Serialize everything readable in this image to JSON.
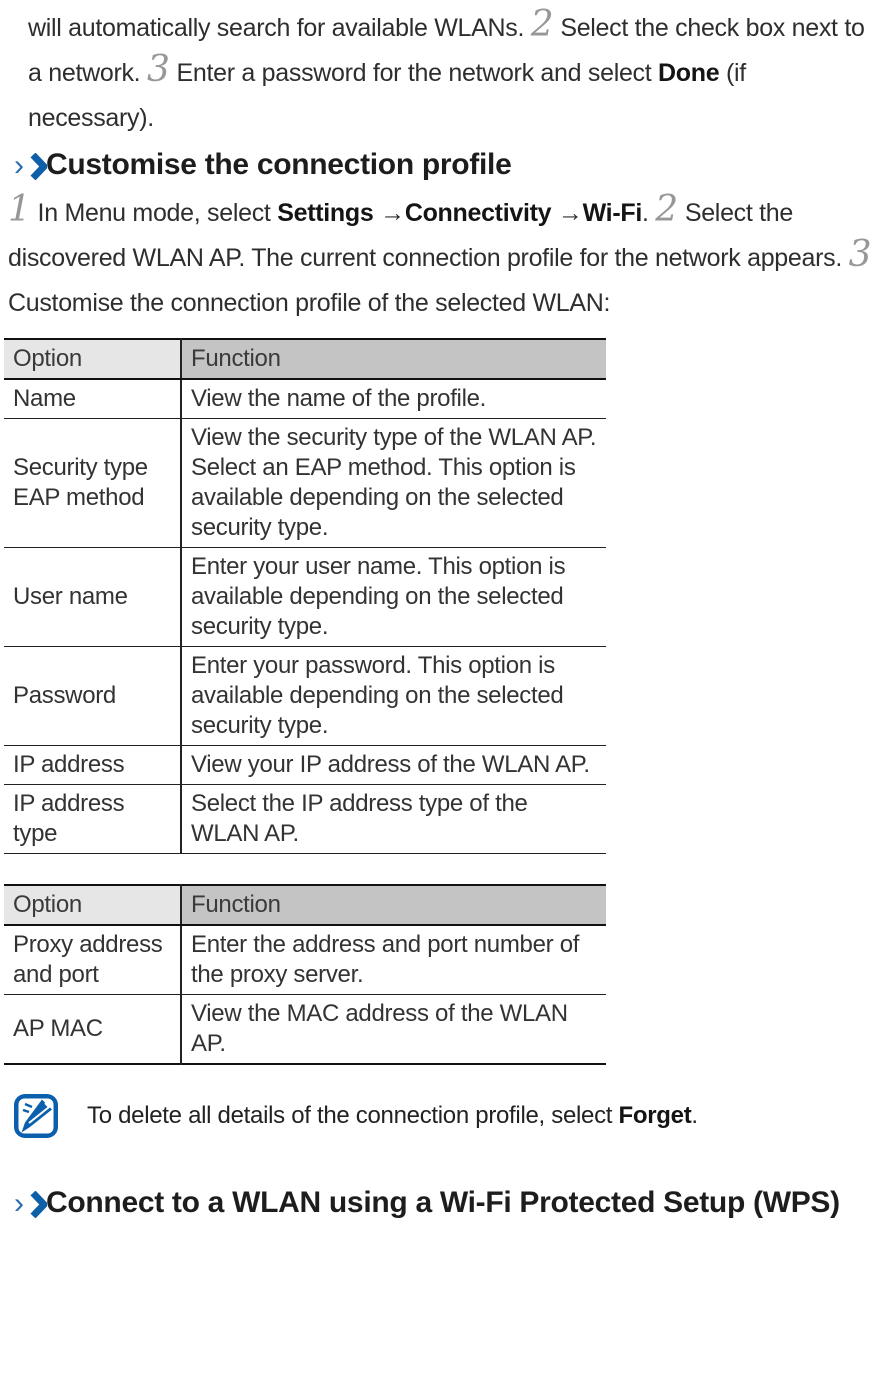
{
  "colors": {
    "accent_blue": "#0d5fa8",
    "marker_blue_light": "#2a6db3",
    "step_number_gray": "#979797",
    "table_header_option_bg": "#e6e6e6",
    "table_header_function_bg": "#c4c4c4",
    "body_text": "#2e2e2e"
  },
  "intro_paragraph": {
    "segments": [
      {
        "t": "will automatically search for available WLANs. ",
        "s": "plain"
      },
      {
        "t": "2",
        "s": "num"
      },
      {
        "t": " Select the check box next to a network. ",
        "s": "plain"
      },
      {
        "t": "3",
        "s": "num"
      },
      {
        "t": " Enter a password for the network and select ",
        "s": "plain"
      },
      {
        "t": "Done",
        "s": "bold"
      },
      {
        "t": " (if necessary).",
        "s": "plain"
      }
    ]
  },
  "sections": [
    {
      "marker": "›",
      "title": "Customise the connection profile"
    },
    {
      "marker": "›",
      "title": "Connect to a WLAN using a Wi-Fi Protected Setup (WPS)"
    }
  ],
  "steps_paragraph": {
    "segments": [
      {
        "t": "1",
        "s": "num"
      },
      {
        "t": " In Menu mode, select ",
        "s": "plain"
      },
      {
        "t": "Settings",
        "s": "bold"
      },
      {
        "t": " →",
        "s": "plain"
      },
      {
        "t": "Connectivity",
        "s": "bold"
      },
      {
        "t": " →",
        "s": "plain"
      },
      {
        "t": "Wi-Fi",
        "s": "bold"
      },
      {
        "t": ". ",
        "s": "plain"
      },
      {
        "t": "2",
        "s": "num"
      },
      {
        "t": " Select the discovered WLAN AP. The current connection profile for the network appears. ",
        "s": "plain"
      },
      {
        "t": "3",
        "s": "num"
      },
      {
        "t": " Customise the connection profile of the selected WLAN:",
        "s": "plain"
      }
    ]
  },
  "tables": [
    {
      "headers": [
        "Option",
        "Function"
      ],
      "rows": [
        [
          "Name",
          "View the name of the profile."
        ],
        [
          "Security type EAP method",
          "View the security type of the WLAN AP. Select an EAP method. This option is available depending on the selected security type."
        ],
        [
          "User name",
          "Enter your user name. This option is available depending on the selected security type."
        ],
        [
          "Password",
          "Enter your password. This option is available depending on the selected security type."
        ],
        [
          "IP address",
          "View your IP address of the WLAN AP."
        ],
        [
          "IP address type",
          "Select the IP address type of the WLAN AP."
        ]
      ]
    },
    {
      "headers": [
        "Option",
        "Function"
      ],
      "rows": [
        [
          "Proxy address and port",
          "Enter the address and port number of the proxy server."
        ],
        [
          "AP MAC",
          "View the MAC address of the WLAN AP."
        ]
      ]
    }
  ],
  "note": {
    "icon": "pencil-note-icon",
    "segments": [
      {
        "t": "To delete all details of the connection profile, select ",
        "s": "plain"
      },
      {
        "t": "Forget",
        "s": "bold"
      },
      {
        "t": ".",
        "s": "plain"
      }
    ]
  }
}
